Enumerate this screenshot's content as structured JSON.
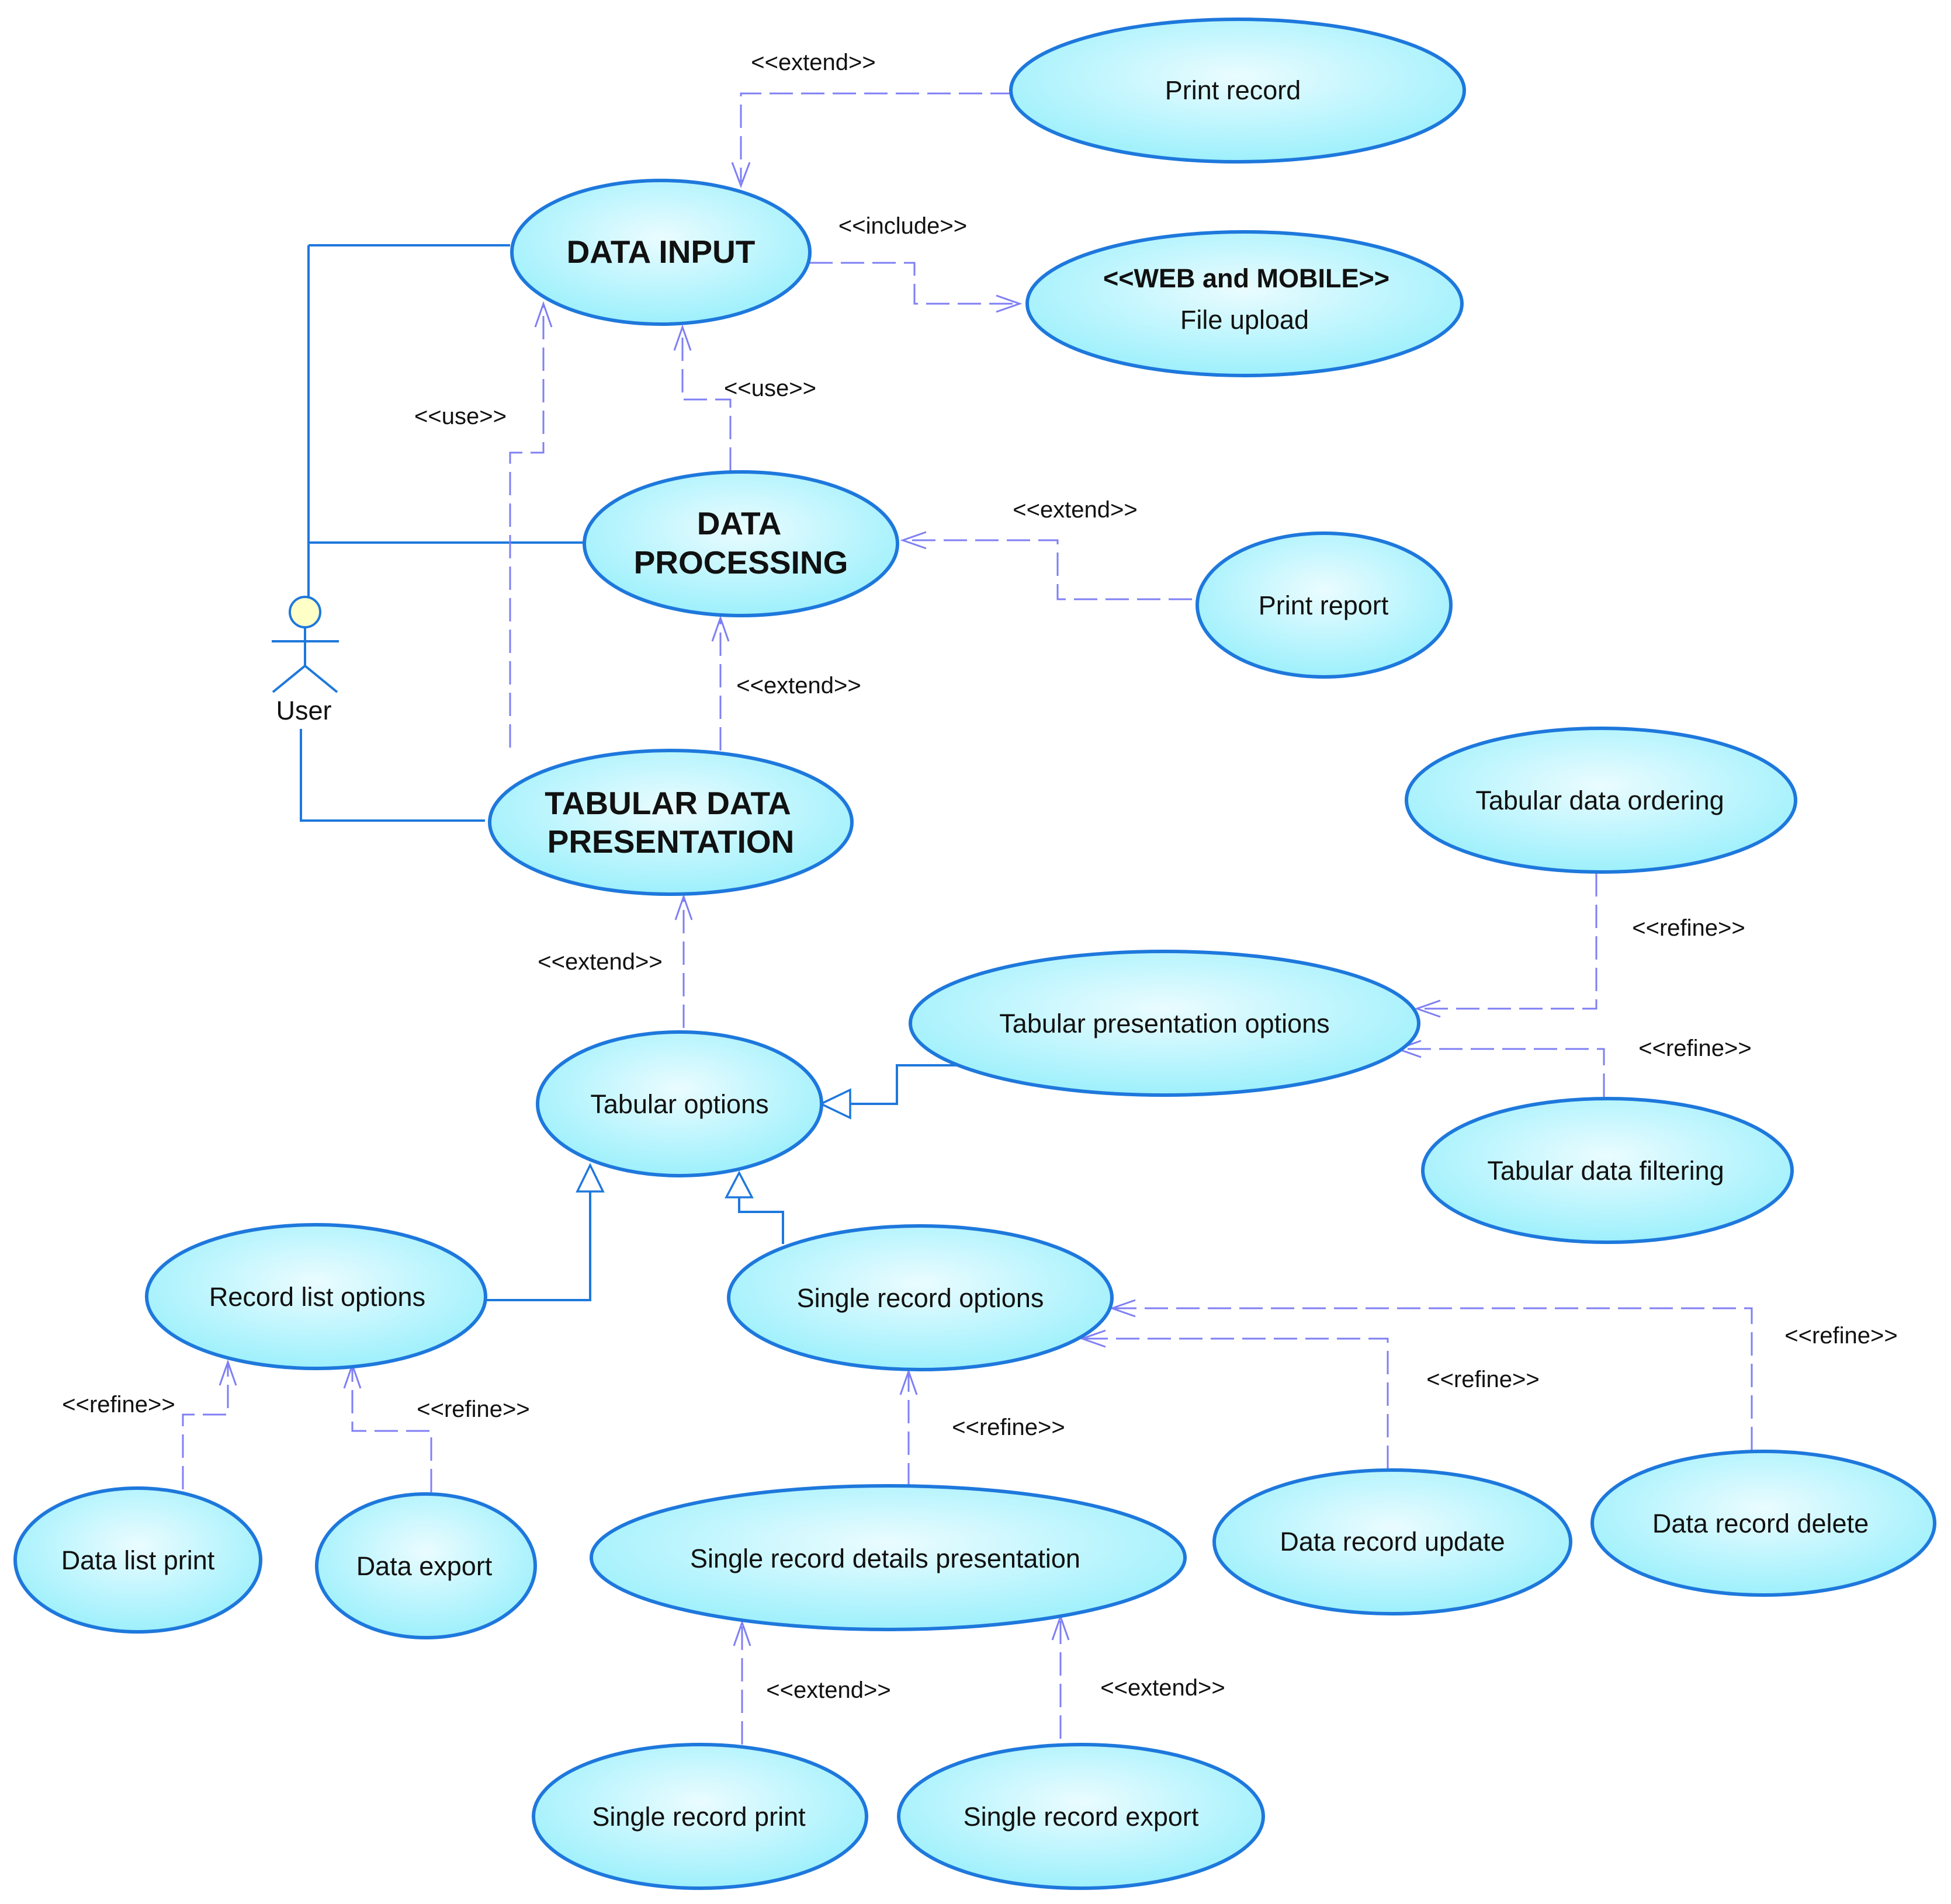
{
  "actor": {
    "label": "User"
  },
  "use_cases": {
    "print_record": "Print record",
    "data_input": "DATA INPUT",
    "file_upload_stereotype": "<<WEB and MOBILE>>",
    "file_upload": "File upload",
    "data_processing_line1": "DATA",
    "data_processing_line2": "PROCESSING",
    "print_report": "Print report",
    "tabular_data_presentation_line1": "TABULAR DATA",
    "tabular_data_presentation_line2": "PRESENTATION",
    "tabular_data_ordering": "Tabular data ordering",
    "tabular_presentation_options": "Tabular presentation options",
    "tabular_options": "Tabular options",
    "tabular_data_filtering": "Tabular data filtering",
    "record_list_options": "Record list options",
    "single_record_options": "Single record options",
    "data_list_print": "Data list print",
    "data_export": "Data export",
    "single_record_details_presentation": "Single record details presentation",
    "data_record_update": "Data record update",
    "data_record_delete": "Data record delete",
    "single_record_print": "Single record print",
    "single_record_export": "Single record export"
  },
  "relationships": {
    "print_record_extend": "<<extend>>",
    "file_upload_include": "<<include>>",
    "processing_use": "<<use>>",
    "presentation_use": "<<use>>",
    "print_report_extend": "<<extend>>",
    "presentation_extend": "<<extend>>",
    "tabular_options_extend": "<<extend>>",
    "ordering_refine": "<<refine>>",
    "filtering_refine": "<<refine>>",
    "data_list_print_refine": "<<refine>>",
    "data_export_refine": "<<refine>>",
    "details_refine": "<<refine>>",
    "update_refine": "<<refine>>",
    "delete_refine": "<<refine>>",
    "single_print_extend": "<<extend>>",
    "single_export_extend": "<<extend>>"
  },
  "colors": {
    "ellipse_fill_center": "#eafcff",
    "ellipse_fill_edge": "#9df0fc",
    "ellipse_stroke": "#1e78dc",
    "association_line": "#1e78dc",
    "dependency_line": "#7f7ff5",
    "actor_head": "#ffffc8"
  }
}
